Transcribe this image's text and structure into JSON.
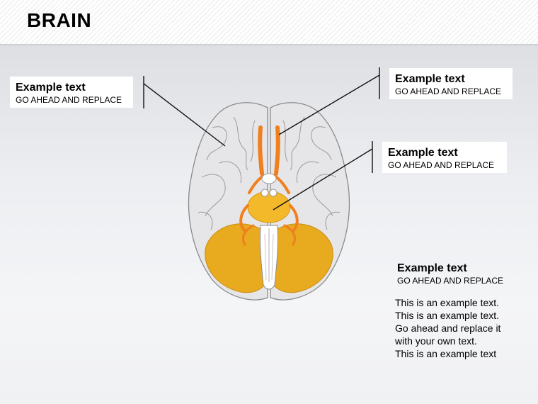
{
  "slide": {
    "title": "BRAIN"
  },
  "callouts": [
    {
      "heading": "Example text",
      "subheading": "GO AHEAD AND REPLACE"
    },
    {
      "heading": "Example text",
      "subheading": "GO AHEAD AND REPLACE"
    },
    {
      "heading": "Example text",
      "subheading": "GO AHEAD AND REPLACE"
    },
    {
      "heading": "Example text",
      "subheading": "GO AHEAD AND REPLACE"
    }
  ],
  "body_text": {
    "lines": [
      "This is an example text.",
      "This is an example text.",
      "Go ahead and replace it",
      "with your own text.",
      "This is an example text"
    ]
  },
  "colors": {
    "cerebellum": "#e8aa1e",
    "nerves": "#f07f1e",
    "brain_outline": "#8a8a8a",
    "brain_fill": "#e6e6e8"
  }
}
